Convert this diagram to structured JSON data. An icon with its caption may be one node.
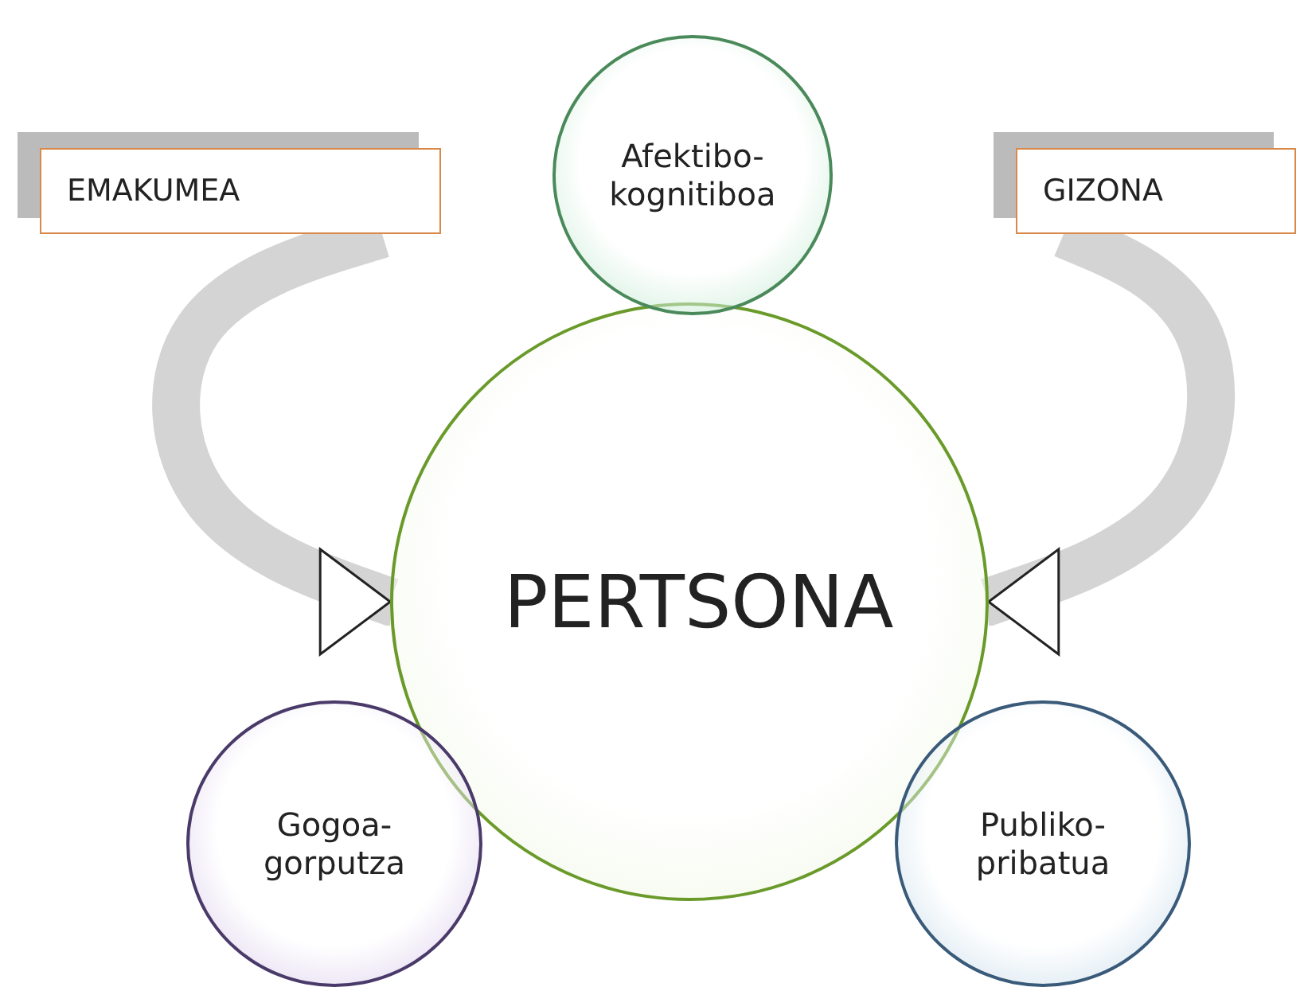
{
  "diagram": {
    "nodes": [
      {
        "text": [
          "EMAKUMEA"
        ]
      },
      {
        "text": [
          "Afektibo- kognitiboa"
        ]
      },
      {
        "text": [
          "GIZONA"
        ]
      },
      {
        "text": [
          "PERTSONA"
        ]
      },
      {
        "text": [
          "Gogoa- gorputza"
        ]
      },
      {
        "text": [
          "Publiko- pribatua"
        ]
      }
    ],
    "edges": [
      {
        "from": 0,
        "to": 3,
        "arrow": "to"
      },
      {
        "from": 2,
        "to": 3,
        "arrow": "to"
      }
    ]
  }
}
